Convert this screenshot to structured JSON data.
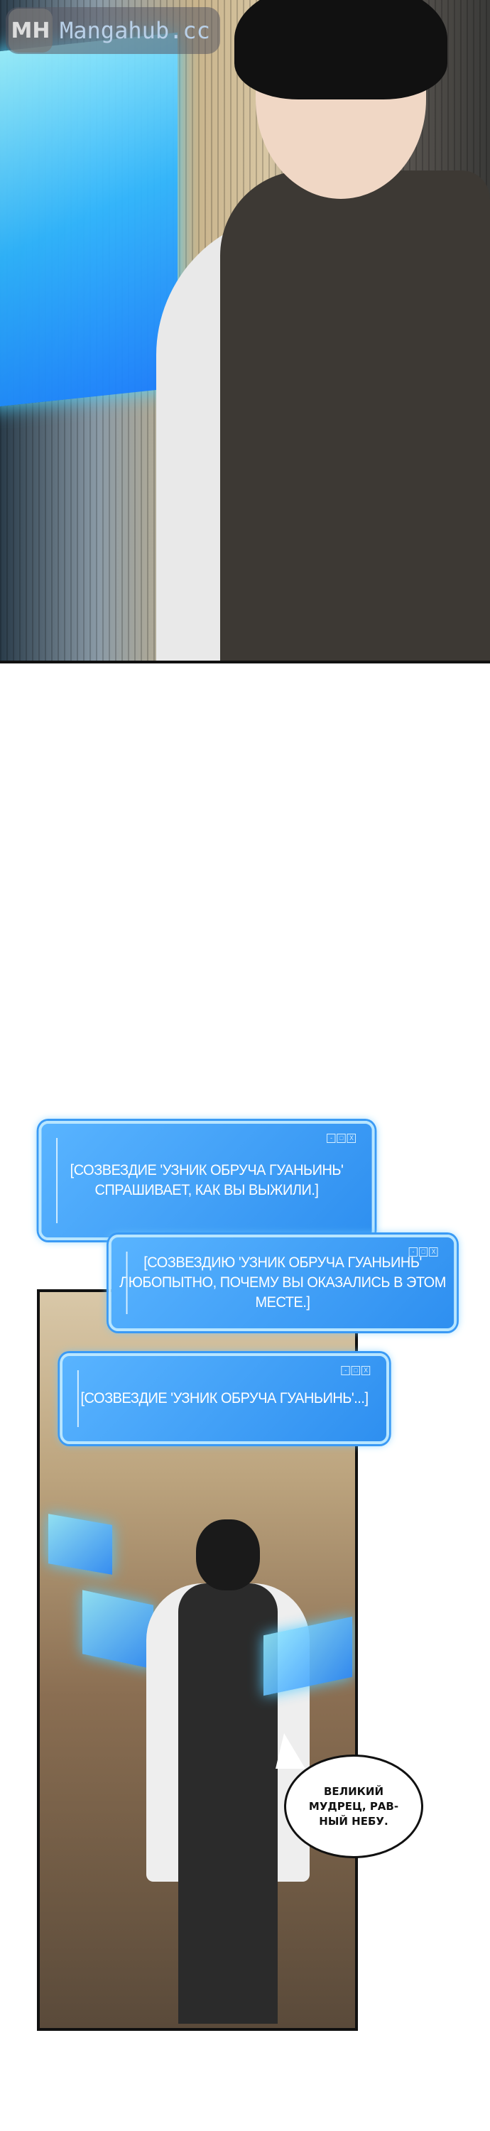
{
  "watermark": {
    "logo": "MH",
    "text": "Mangahub.cc"
  },
  "system_messages": [
    {
      "line1": "[СОЗВЕЗДИЕ 'УЗНИК ОБРУЧА ГУАНЬИНЬ'",
      "line2": "СПРАШИВАЕТ, КАК ВЫ ВЫЖИЛИ.]"
    },
    {
      "line1": "[СОЗВЕЗДИЮ 'УЗНИК ОБРУЧА ГУАНЬИНЬ'",
      "line2": "ЛЮБОПЫТНО, ПОЧЕМУ ВЫ ОКАЗАЛИСЬ В ЭТОМ МЕСТЕ.]"
    },
    {
      "line1": "[СОЗВЕЗДИЕ 'УЗНИК ОБРУЧА ГУАНЬИНЬ'...]"
    }
  ],
  "window_controls": {
    "minimize": "-",
    "maximize": "□",
    "close": "X"
  },
  "speech_bubble": {
    "line1": "ВЕЛИКИЙ",
    "line2": "МУДРЕЦ, РАВ-",
    "line3": "НЫЙ НЕБУ."
  }
}
